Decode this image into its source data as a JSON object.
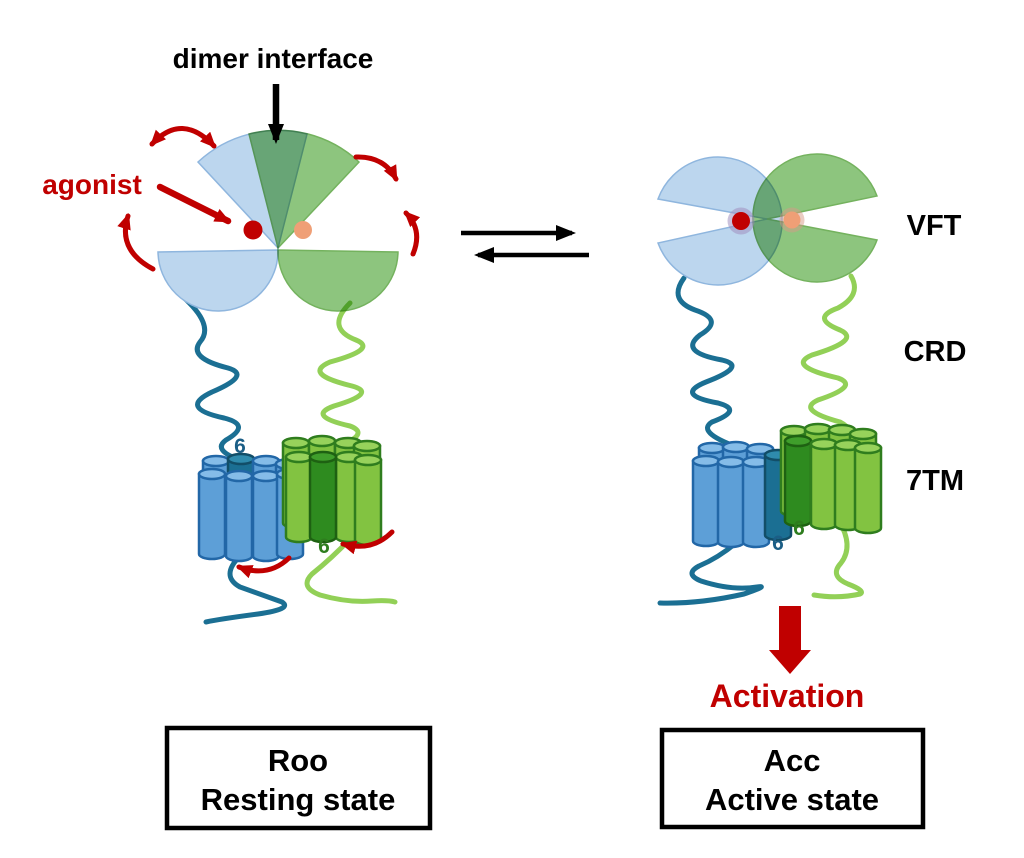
{
  "annotations": {
    "dimer_interface": "dimer interface",
    "agonist": "agonist",
    "activation": "Activation"
  },
  "domain_labels": {
    "vft": "VFT",
    "crd": "CRD",
    "seven_tm": "7TM"
  },
  "helix_labels": {
    "tm6": "6"
  },
  "states": {
    "resting": {
      "abbr": "Roo",
      "label": "Resting state"
    },
    "active": {
      "abbr": "Acc",
      "label": "Active state"
    }
  },
  "colors": {
    "accent_red": "#C00000",
    "black": "#000000",
    "blue_lobe": "#BCD6EE",
    "green_lobe": "#8DC57E",
    "blue_helix": "#5D9FD7",
    "teal_helix_tm6": "#1B6F93",
    "green_helix": "#82C341",
    "dark_green_helix_tm6": "#2E8B1F",
    "blue_crd_linker": "#1B6F93",
    "green_crd_linker": "#92D057",
    "ligand_red": "#C00000",
    "ligand_orange": "#EF9F76",
    "tm6_label_blue": "#1B5E86",
    "tm6_label_green": "#2E7D1E"
  }
}
